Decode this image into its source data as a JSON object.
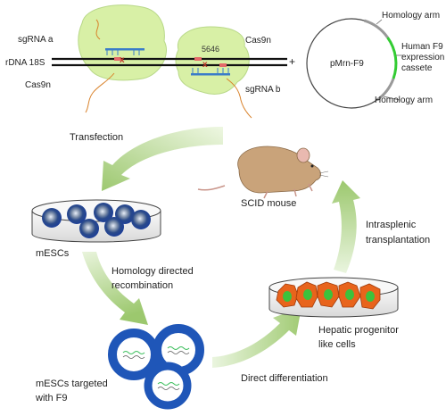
{
  "top": {
    "sgRNA_a": "sgRNA a",
    "sgRNA_b": "sgRNA b",
    "cas9n_left": "Cas9n",
    "cas9n_right": "Cas9n",
    "locus": "rDNA 18S",
    "site_number": "5646",
    "x_left": "x",
    "x_right": "x",
    "plus": "+"
  },
  "plasmid": {
    "name": "pMrn-F9",
    "homology_arm_top": "Homology arm",
    "cassette_line1": "Human F9",
    "cassette_line2": "expression",
    "cassette_line3": "cassete",
    "homology_arm_bottom": "Homology arm"
  },
  "steps": {
    "transfection": "Transfection",
    "mescs": "mESCs",
    "hdr_line1": "Homology directed",
    "hdr_line2": "recombination",
    "targeted_line1": "mESCs targeted",
    "targeted_line2": "with F9",
    "direct_diff": "Direct differentiation",
    "hepatic_line1": "Hepatic progenitor",
    "hepatic_line2": "like cells",
    "intrasplenic_line1": "Intrasplenic",
    "intrasplenic_line2": "transplantation",
    "mouse": "SCID mouse"
  },
  "colors": {
    "arrow_green": "#a9cf7e",
    "complex_fill": "#d8f0a6",
    "cell_blue": "#1f56b8",
    "hepatic_orange": "#e8641c",
    "nucleus_green": "#3cc23c",
    "cassette_green": "#33cc33"
  }
}
